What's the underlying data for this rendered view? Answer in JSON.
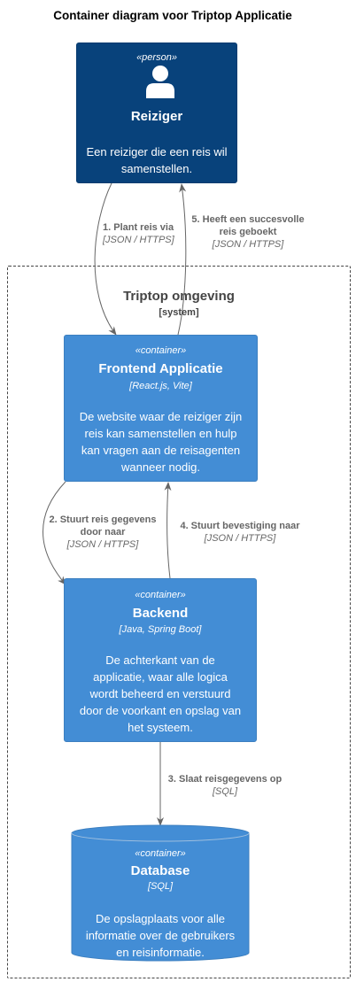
{
  "title": "Container diagram voor Triptop Applicatie",
  "person": {
    "stereotype": "«person»",
    "name": "Reiziger",
    "description": [
      "Een reiziger die een reis wil",
      "samenstellen."
    ]
  },
  "boundary": {
    "name": "Triptop omgeving",
    "type": "[system]"
  },
  "frontend": {
    "stereotype": "«container»",
    "name": "Frontend Applicatie",
    "technology": "[React.js, Vite]",
    "description": [
      "De website waar de reiziger zijn",
      "reis kan samenstellen en hulp",
      "kan vragen aan de reisagenten",
      "wanneer nodig."
    ]
  },
  "backend": {
    "stereotype": "«container»",
    "name": "Backend",
    "technology": "[Java, Spring Boot]",
    "description": [
      "De achterkant van de",
      "applicatie, waar alle logica",
      "wordt beheerd en verstuurd",
      "door de voorkant en opslag van",
      "het systeem."
    ]
  },
  "database": {
    "stereotype": "«container»",
    "name": "Database",
    "technology": "[SQL]",
    "description": [
      "De opslagplaats voor alle",
      "informatie over de gebruikers",
      "en reisinformatie."
    ]
  },
  "relations": [
    {
      "label": [
        "1. Plant reis via"
      ],
      "technology": "[JSON / HTTPS]"
    },
    {
      "label": [
        "2. Stuurt reis gegevens",
        "door naar"
      ],
      "technology": "[JSON / HTTPS]"
    },
    {
      "label": [
        "3. Slaat reisgegevens op"
      ],
      "technology": "[SQL]"
    },
    {
      "label": [
        "4. Stuurt bevestiging naar"
      ],
      "technology": "[JSON / HTTPS]"
    },
    {
      "label": [
        "5. Heeft een succesvolle",
        "reis geboekt"
      ],
      "technology": "[JSON / HTTPS]"
    }
  ],
  "colors": {
    "person": "#08427b",
    "container": "#438dd5",
    "edge": "#666666",
    "boundary": "#444444"
  }
}
